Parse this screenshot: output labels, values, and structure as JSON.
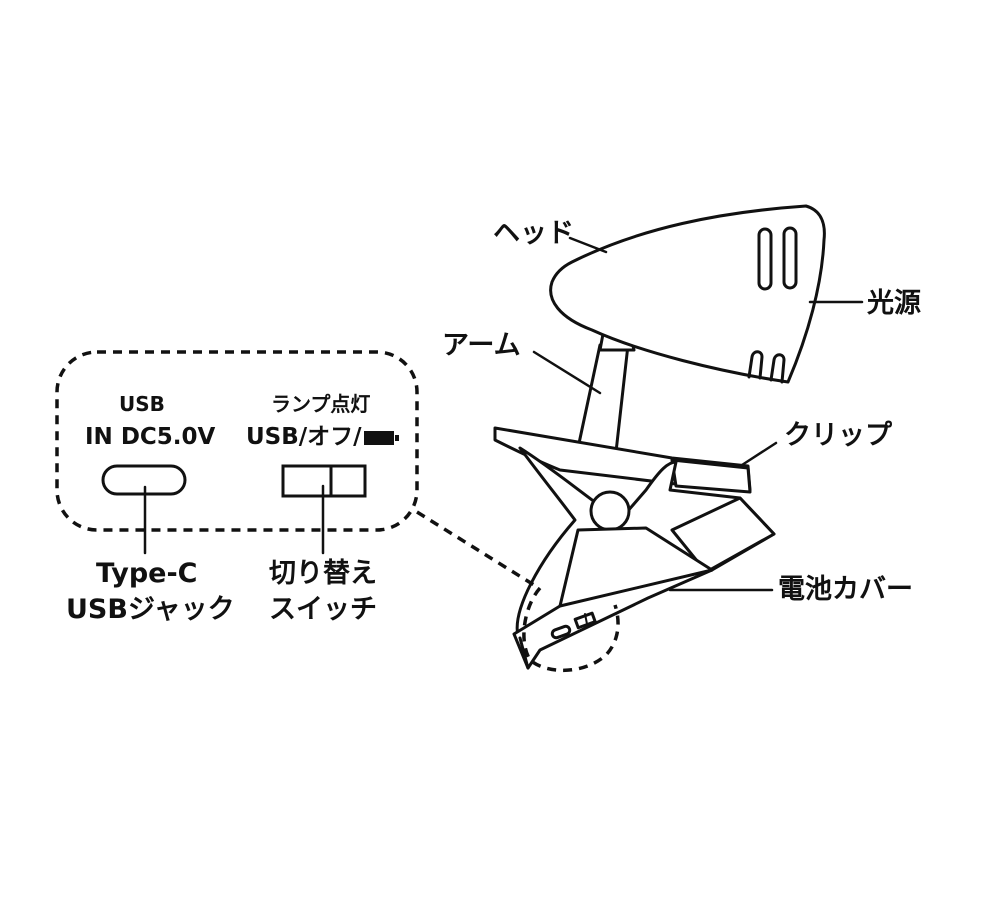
{
  "callouts": {
    "head": "ヘッド",
    "light_source": "光源",
    "arm": "アーム",
    "clip": "クリップ",
    "battery_cover": "電池カバー"
  },
  "panel": {
    "usb_title": "USB",
    "usb_spec": "IN DC5.0V",
    "switch_title": "ランプ点灯",
    "switch_modes": "USB/オフ/",
    "battery_icon": "battery-icon"
  },
  "under_labels": {
    "port_line1": "Type-C",
    "port_line2": "USBジャック",
    "switch_line1": "切り替え",
    "switch_line2": "スイッチ"
  },
  "colors": {
    "ink": "#111111",
    "background": "#ffffff"
  }
}
